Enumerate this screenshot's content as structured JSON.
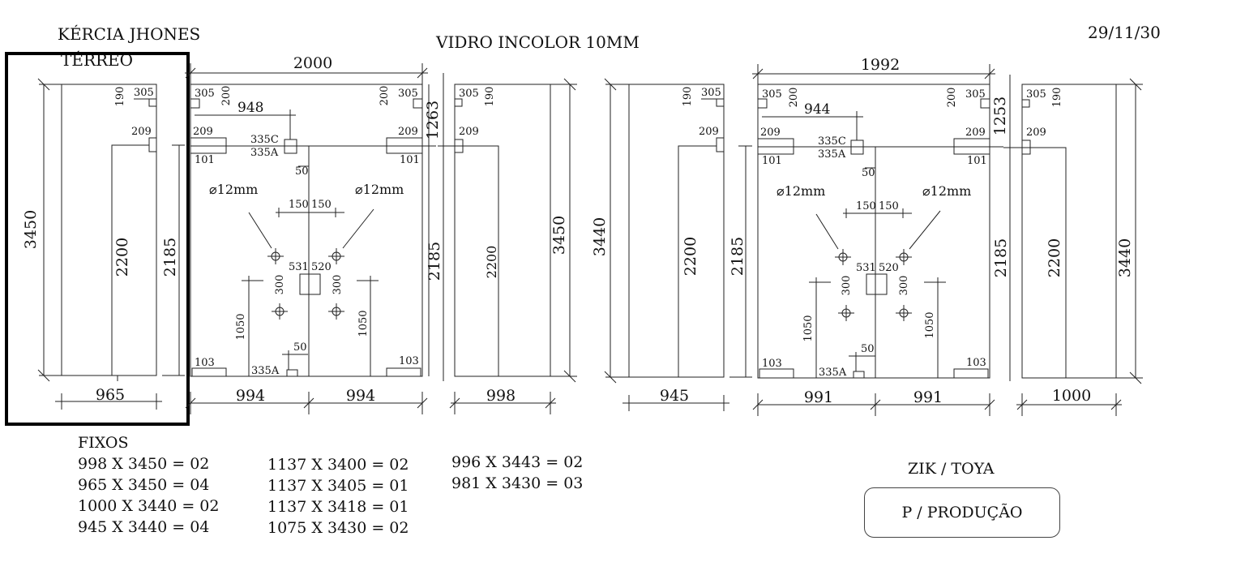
{
  "header": {
    "client": "KÉRCIA JHONES",
    "floor": "TÉRREO",
    "glass": "VIDRO INCOLOR 10MM",
    "date": "29/11/30"
  },
  "panels": {
    "p1": {
      "width": "965",
      "height": "3450",
      "door_height": "2200",
      "fixed_height": "2185",
      "notch_w": "305",
      "notch_h": "190",
      "notch_pos": "209"
    },
    "p2": {
      "width_total": "2000",
      "left": "994",
      "right": "994",
      "to_hinge": "948",
      "side_height": "2185",
      "top_gap": "1263",
      "notch_l": "305",
      "notch_l_h": "200",
      "notch_r": "305",
      "notch_r_h": "200",
      "tl": "209",
      "tr": "209",
      "bl": "101",
      "br": "101",
      "c1": "335C",
      "c2": "335A",
      "c3": "50",
      "hole_l": "⌀12mm",
      "hole_r": "⌀12mm",
      "s1": "150",
      "s2": "150",
      "m1": "531",
      "m2": "520",
      "v1": "300",
      "v2": "300",
      "h1": "1050",
      "h2": "1050",
      "b1": "50",
      "b2": "335A",
      "bl2": "103",
      "br2": "103"
    },
    "p3": {
      "width": "998",
      "height": "3450",
      "door_height": "2200",
      "notch_w": "305",
      "notch_h": "190",
      "notch_pos": "209"
    },
    "p4": {
      "width": "945",
      "height": "3440",
      "door_height": "2200",
      "fixed_height": "2185",
      "notch_w": "305",
      "notch_h": "190",
      "notch_pos": "209"
    },
    "p5": {
      "width_total": "1992",
      "left": "991",
      "right": "991",
      "to_hinge": "944",
      "side_height": "2185",
      "top_gap": "1253",
      "notch_l": "305",
      "notch_l_h": "200",
      "notch_r": "305",
      "notch_r_h": "200",
      "tl": "209",
      "tr": "209",
      "bl": "101",
      "br": "101",
      "c1": "335C",
      "c2": "335A",
      "c3": "50",
      "hole_l": "⌀12mm",
      "hole_r": "⌀12mm",
      "s1": "150",
      "s2": "150",
      "m1": "531",
      "m2": "520",
      "v1": "300",
      "v2": "300",
      "h1": "1050",
      "h2": "1050",
      "b1": "50",
      "b2": "335A",
      "bl2": "103",
      "br2": "103"
    },
    "p6": {
      "width": "1000",
      "height": "3440",
      "door_height": "2200",
      "notch_w": "305",
      "notch_h": "190",
      "notch_pos": "209"
    }
  },
  "fixed_list": {
    "title": "FIXOS",
    "col1": [
      "998 X 3450 = 02",
      "965 X 3450 = 04",
      "1000 X 3440 = 02",
      "945 X 3440 = 04"
    ],
    "col2": [
      "1137 X 3400 = 02",
      "1137 X 3405 = 01",
      "1137 X 3418 = 01",
      "1075 X 3430 = 02"
    ],
    "col3": [
      "996 X 3443 = 02",
      "981 X 3430 = 03"
    ]
  },
  "footer": {
    "supplier": "ZIK / TOYA",
    "stamp": "P / PRODUÇÃO"
  }
}
